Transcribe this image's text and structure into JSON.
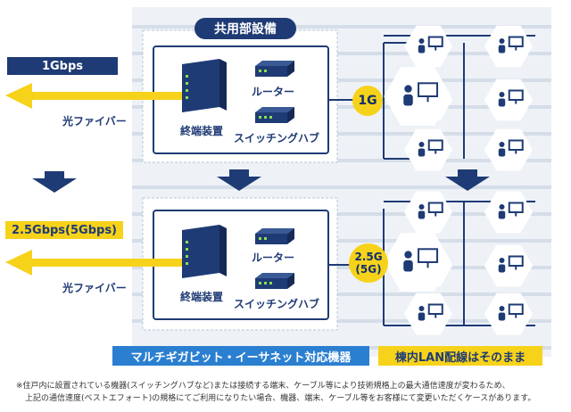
{
  "header_badge": "共用部設備",
  "upper": {
    "speed": "1Gbps",
    "fiber_label": "光ファイバー",
    "terminal_label": "終端装置",
    "router_label": "ルーター",
    "switch_label": "スイッチングハブ",
    "lan_speed": "1G"
  },
  "lower": {
    "speed": "2.5Gbps(5Gbps)",
    "fiber_label": "光ファイバー",
    "terminal_label": "終端装置",
    "router_label": "ルーター",
    "switch_label": "スイッチングハブ",
    "lan_speed_line1": "2.5G",
    "lan_speed_line2": "(5G)"
  },
  "bottom_banners": {
    "equipment": "マルチギガビット・イーサネット対応機器",
    "lan": "棟内LAN配線はそのまま"
  },
  "footnote": {
    "line1": "※住戸内に設置されている機器(スイッチングハブなど)または接続する端末、ケーブル等により技術規格上の最大通信速度が変わるため、",
    "line2": "上記の通信速度(ベストエフォート)の規格にてご利用になりたい場合、機器、端末、ケーブル等をお客様にて変更いただくケースがあります。"
  },
  "colors": {
    "navy": "#1f3b75",
    "blue_banner": "#2b7fd0",
    "yellow": "#f7d21a",
    "bg_grid": "#dfe6f0"
  }
}
